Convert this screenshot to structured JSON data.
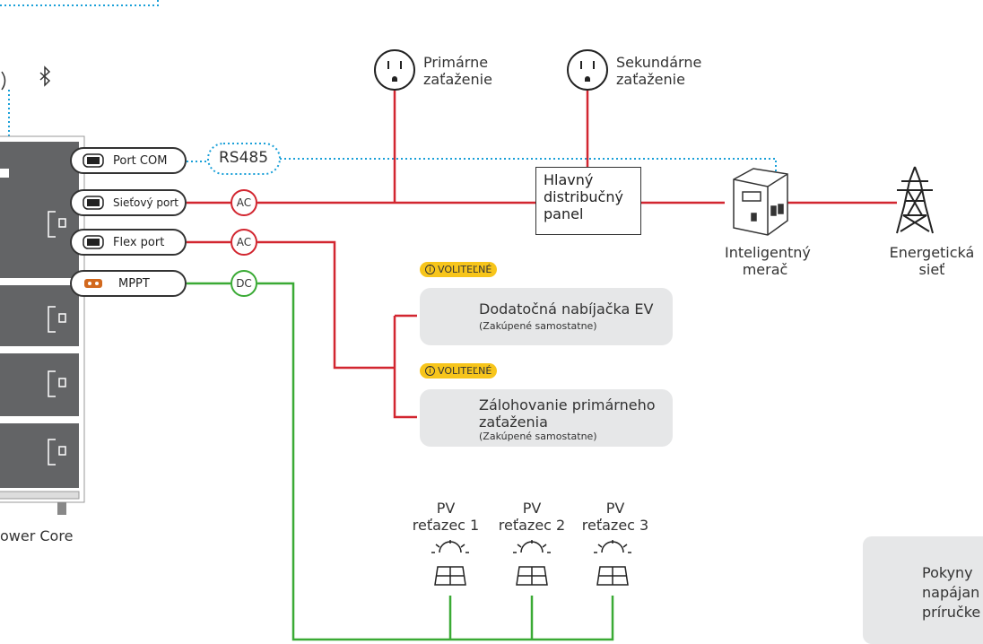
{
  "loads": {
    "primary": [
      "Primárne",
      "zaťaženie"
    ],
    "secondary": [
      "Sekundárne",
      "zaťaženie"
    ]
  },
  "ports": {
    "com": "Port COM",
    "grid": "Sieťový port",
    "flex": "Flex port",
    "mppt": "MPPT"
  },
  "protocol": "RS485",
  "connectors": {
    "ac1": "AC",
    "ac2": "AC",
    "dc": "DC"
  },
  "panel": [
    "Hlavný",
    "distribučný",
    "panel"
  ],
  "meter": [
    "Inteligentný",
    "merač"
  ],
  "grid": [
    "Energetická",
    "sieť"
  ],
  "optional_badge": "VOLITEĽNÉ",
  "ev_charger": {
    "title": "Dodatočná nabíjačka EV",
    "note": "(Zakúpené samostatne)"
  },
  "backup": {
    "title": [
      "Zálohovanie primárneho",
      "zaťaženia"
    ],
    "note": "(Zakúpené samostatne)"
  },
  "pv": {
    "strings": [
      {
        "top": "PV",
        "bottom": "reťazec 1"
      },
      {
        "top": "PV",
        "bottom": "reťazec 2"
      },
      {
        "top": "PV",
        "bottom": "reťazec 3"
      }
    ]
  },
  "power_core_label": "ower Core",
  "tip_lines": [
    "Pokyny",
    "napájan",
    "príručke"
  ],
  "colors": {
    "ac_line": "#d22630",
    "dc_line": "#3aaa35",
    "comm_line": "#1aa0d8",
    "badge": "#f7c51b",
    "card": "#e6e7e8",
    "cabinet": "#636466"
  }
}
